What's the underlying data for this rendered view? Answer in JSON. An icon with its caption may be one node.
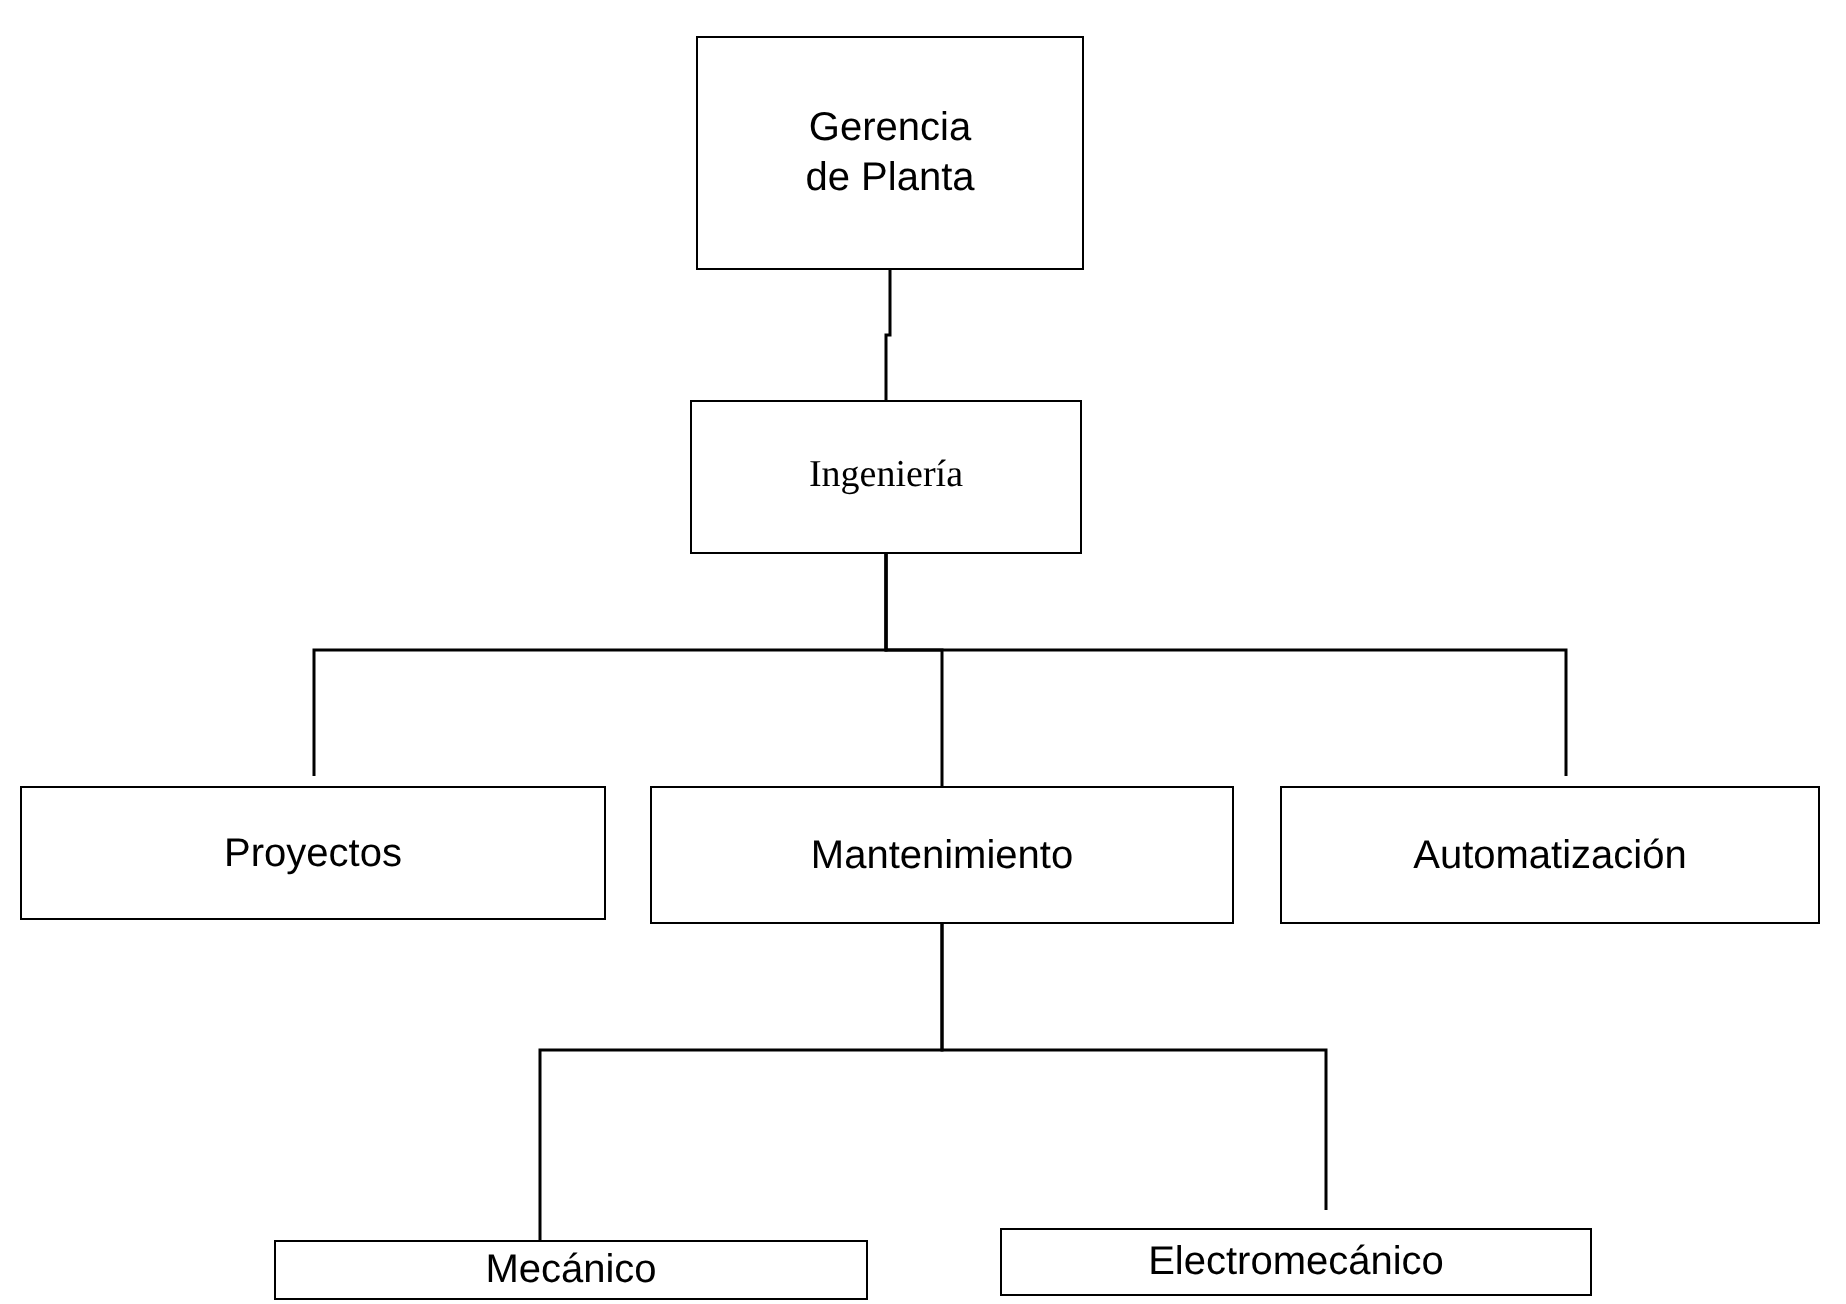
{
  "diagram": {
    "nodes": [
      {
        "text": [
          "Gerencia de Planta"
        ]
      },
      {
        "text": [
          "Ingeniería"
        ]
      },
      {
        "text": [
          "Proyectos"
        ]
      },
      {
        "text": [
          "Mantenimiento"
        ]
      },
      {
        "text": [
          "Automatización"
        ]
      },
      {
        "text": [
          "Mecánico"
        ]
      },
      {
        "text": [
          "Electromecánico"
        ]
      }
    ],
    "edges": [
      {
        "from": 0,
        "to": 1,
        "arrow": "none"
      },
      {
        "from": 1,
        "to": 2,
        "arrow": "none"
      },
      {
        "from": 1,
        "to": 3,
        "arrow": "none"
      },
      {
        "from": 1,
        "to": 4,
        "arrow": "none"
      },
      {
        "from": 3,
        "to": 5,
        "arrow": "none"
      },
      {
        "from": 3,
        "to": 6,
        "arrow": "none"
      }
    ]
  }
}
